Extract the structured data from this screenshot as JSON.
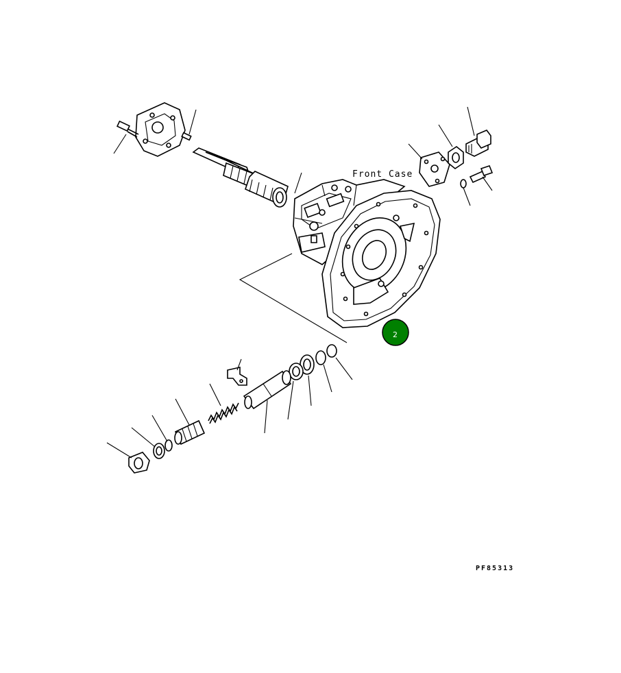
{
  "diagram": {
    "front_case_label": "Front Case",
    "drawing_code": "PF85313",
    "callout": {
      "number": "2",
      "color": "#008000",
      "text_color": "#ffffff"
    }
  }
}
